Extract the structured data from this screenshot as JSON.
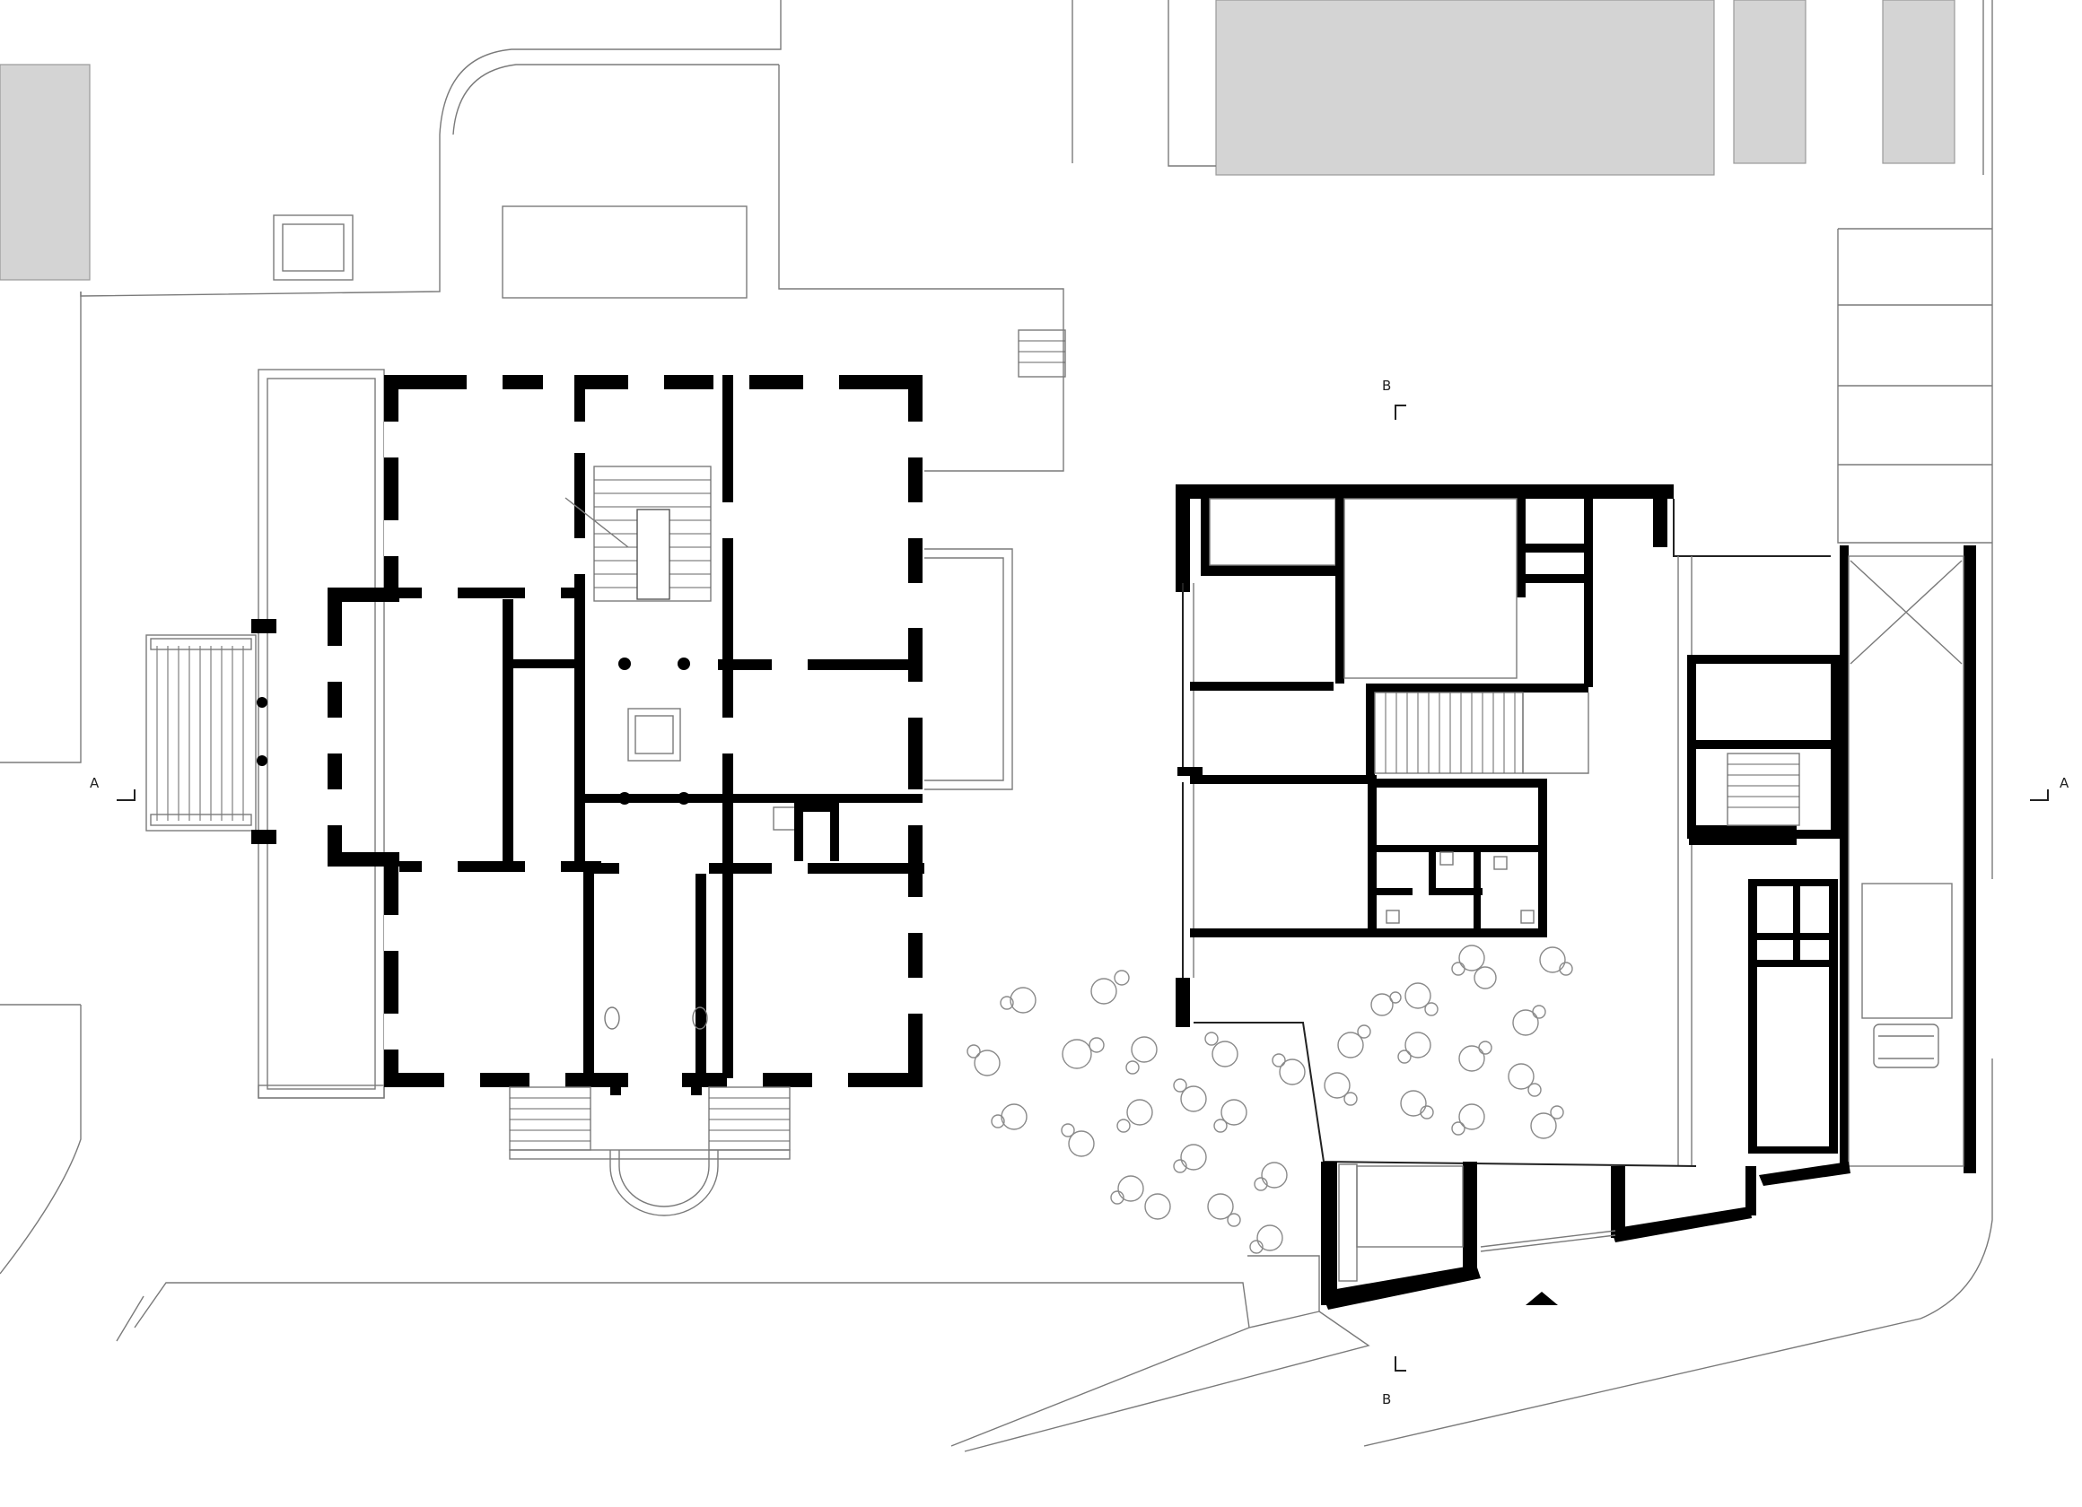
{
  "section_markers": {
    "left": "A",
    "right": "A",
    "top": "B",
    "bottom": "B"
  },
  "colors": {
    "wall": "#000000",
    "neighbour_building": "#d4d4d4",
    "linework": "#7a7a7a",
    "background": "#ffffff"
  },
  "icons": {
    "entrance": "entrance-triangle-icon",
    "car": "car-icon"
  }
}
